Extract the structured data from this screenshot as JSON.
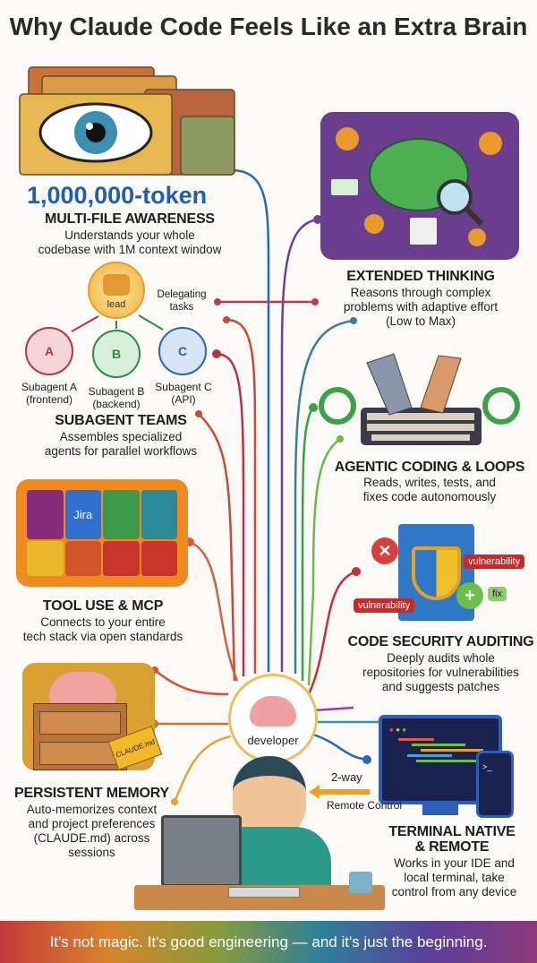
{
  "title": "Why Claude Code Feels Like an Extra Brain",
  "center": {
    "label": "developer"
  },
  "multi_file": {
    "token_count": "1,000,000-token",
    "heading": "MULTI-FILE AWARENESS",
    "desc": [
      "Understands your whole",
      "codebase with 1M context window"
    ]
  },
  "extended_thinking": {
    "heading": "EXTENDED THINKING",
    "desc": [
      "Reasons through complex",
      "problems with adaptive effort",
      "(Low to Max)"
    ]
  },
  "subagents": {
    "lead": "lead",
    "delegating": [
      "Delegating",
      "tasks"
    ],
    "agents": [
      {
        "name": "Subagent A",
        "role": "(frontend)",
        "letters": "A",
        "color": "#b8324a"
      },
      {
        "name": "Subagent B",
        "role": "(backend)",
        "letters": "B",
        "color": "#2f8a48"
      },
      {
        "name": "Subagent C",
        "role": "(API)",
        "letters": "C",
        "color": "#2c62b0"
      }
    ],
    "heading": "SUBAGENT TEAMS",
    "desc": [
      "Assembles specialized",
      "agents for parallel workflows"
    ]
  },
  "agentic": {
    "heading": "AGENTIC CODING & LOOPS",
    "desc": [
      "Reads, writes, tests, and",
      "fixes code autonomously"
    ]
  },
  "tools": {
    "puzzle_label": "Jira",
    "heading": "TOOL USE & MCP",
    "desc": [
      "Connects to your entire",
      "tech stack via open standards"
    ]
  },
  "security": {
    "tag1": "vulnerability",
    "tag2": "vulnerability",
    "fix": "fix",
    "heading": "CODE SECURITY AUDITING",
    "desc": [
      "Deeply audits whole",
      "repositories for vulnerabilities",
      "and suggests patches"
    ]
  },
  "memory": {
    "book": "CLAUDE.md",
    "heading": "PERSISTENT MEMORY",
    "desc": [
      "Auto-memorizes context",
      "and project preferences",
      "(CLAUDE.md) across",
      "sessions"
    ]
  },
  "terminal": {
    "arrow_top": "2-way",
    "arrow_bottom": "Remote Control",
    "heading": [
      "TERMINAL NATIVE",
      "& REMOTE"
    ],
    "desc": [
      "Works in your IDE and",
      "local terminal, take",
      "control from any device"
    ]
  },
  "footer": "It's not magic. It's good engineering — and it's just the beginning."
}
